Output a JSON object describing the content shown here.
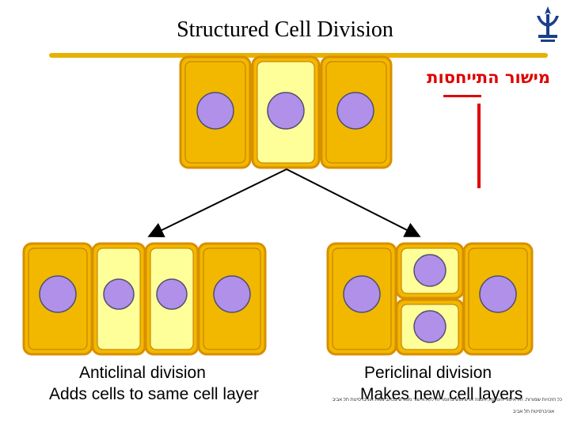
{
  "title": "Structured Cell Division",
  "hebrew_label": "מישור התייחסות",
  "anticlinal": {
    "name": "Anticlinal division",
    "description": "Adds cells to same cell layer"
  },
  "periclinal": {
    "name": "Periclinal division",
    "description": "Makes new cell layers"
  },
  "footer": {
    "line1": "כל הזכויות שמורות. חל איסור העתקה, הפצה או שימוש בחומר זה ללא אישור מפורש בכתב מאת אוניברסיטת תל אביב",
    "line2": "אוניברסיטת תל אביב"
  },
  "colors": {
    "cell_dark": "#f2b800",
    "cell_light": "#ffff99",
    "cell_border": "#d88f00",
    "nucleus": "#b090e8",
    "nucleus_border": "#505070",
    "accent_red": "#e00000",
    "logo_blue": "#1a3f8c"
  },
  "icons": {
    "logo": "tel-aviv-university-logo",
    "arrows": "arrow-icon"
  }
}
